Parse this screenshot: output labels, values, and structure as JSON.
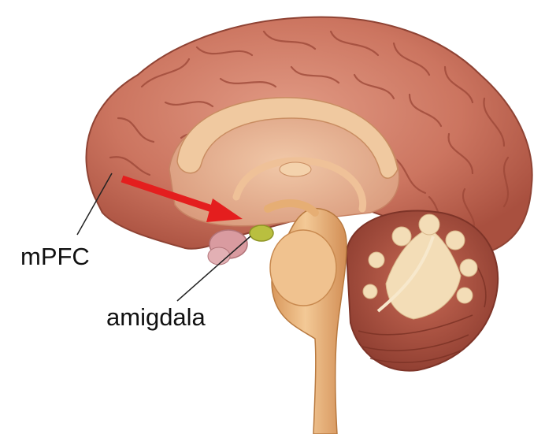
{
  "labels": {
    "mpfc": "mPFC",
    "amygdala": "amigdala"
  },
  "colors": {
    "cortex": "#c96f5c",
    "cortex_dark": "#9e4a3b",
    "inner": "#e9b796",
    "brainstem": "#e7b27c",
    "cerebellum": "#b55a48",
    "arbor": "#f2dcb4",
    "amygdala": "#b9bf3f",
    "arrow": "#e41e1e",
    "pointer": "#222222"
  },
  "icons": [
    "brain-illustration",
    "arrow-icon"
  ]
}
